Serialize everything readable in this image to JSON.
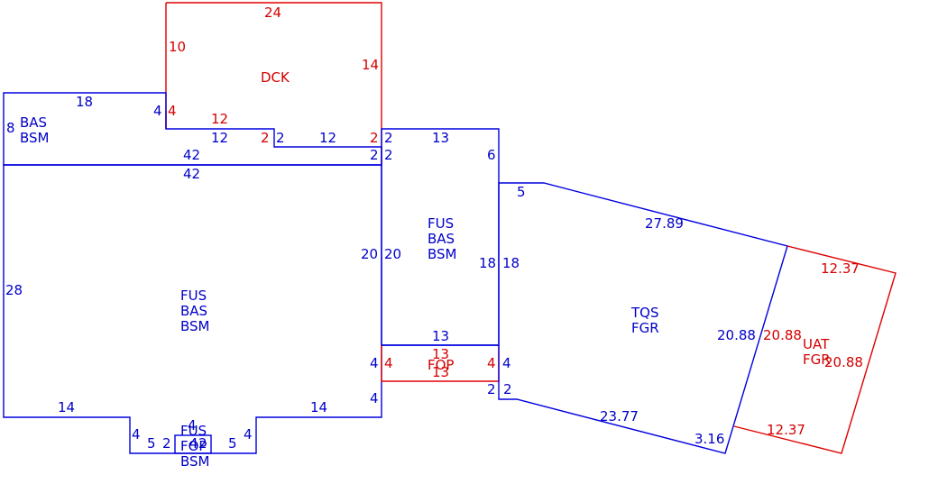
{
  "colors": {
    "blue": "#0000c8",
    "red": "#d40000"
  },
  "areas": {
    "dck": "DCK",
    "bas_top": [
      "BAS",
      "BSM"
    ],
    "fus_main": [
      "FUS",
      "BAS",
      "BSM"
    ],
    "fus_mid": [
      "FUS",
      "BAS",
      "BSM"
    ],
    "fop": "FOP",
    "fus_bottom": [
      "FUS",
      "FOP",
      "BSM"
    ],
    "tqs": [
      "TQS",
      "FGR"
    ],
    "uat": [
      "UAT",
      "FGR"
    ]
  },
  "dimensions": {
    "dck_top": "24",
    "dck_left": "10",
    "dck_right": "14",
    "dck_4": "4",
    "dck_12": "12",
    "dck_2a": "2",
    "dck_2b": "2",
    "bas_18": "18",
    "bas_8": "8",
    "bas_4": "4",
    "bas_12a": "12",
    "bas_2": "2",
    "bas_12b": "12",
    "bas_2b": "2",
    "bas_42": "42",
    "main_42": "42",
    "main_28": "28",
    "main_20": "20",
    "main_4a": "4",
    "main_4b": "4",
    "main_14a": "14",
    "main_14b": "14",
    "bot_4a": "4",
    "bot_5a": "5",
    "bot_2": "2",
    "bot_4b": "4",
    "bot_4c": "4",
    "bot_2b": "2",
    "bot_5b": "5",
    "bot_4d": "4",
    "mid_2a": "2",
    "mid_2b": "2",
    "mid_13": "13",
    "mid_6": "6",
    "mid_20": "20",
    "mid_18a": "18",
    "mid_18b": "18",
    "mid_13b": "13",
    "fop_13a": "13",
    "fop_13b": "13",
    "fop_4a": "4",
    "fop_4b": "4",
    "fop_4c": "4",
    "tqs_5": "5",
    "tqs_2789": "27.89",
    "tqs_2088": "20.88",
    "tqs_2377": "23.77",
    "tqs_316": "3.16",
    "tqs_2a": "2",
    "tqs_2b": "2",
    "uat_1237a": "12.37",
    "uat_2088a": "20.88",
    "uat_2088b": "20.88",
    "uat_1237b": "12.37"
  }
}
